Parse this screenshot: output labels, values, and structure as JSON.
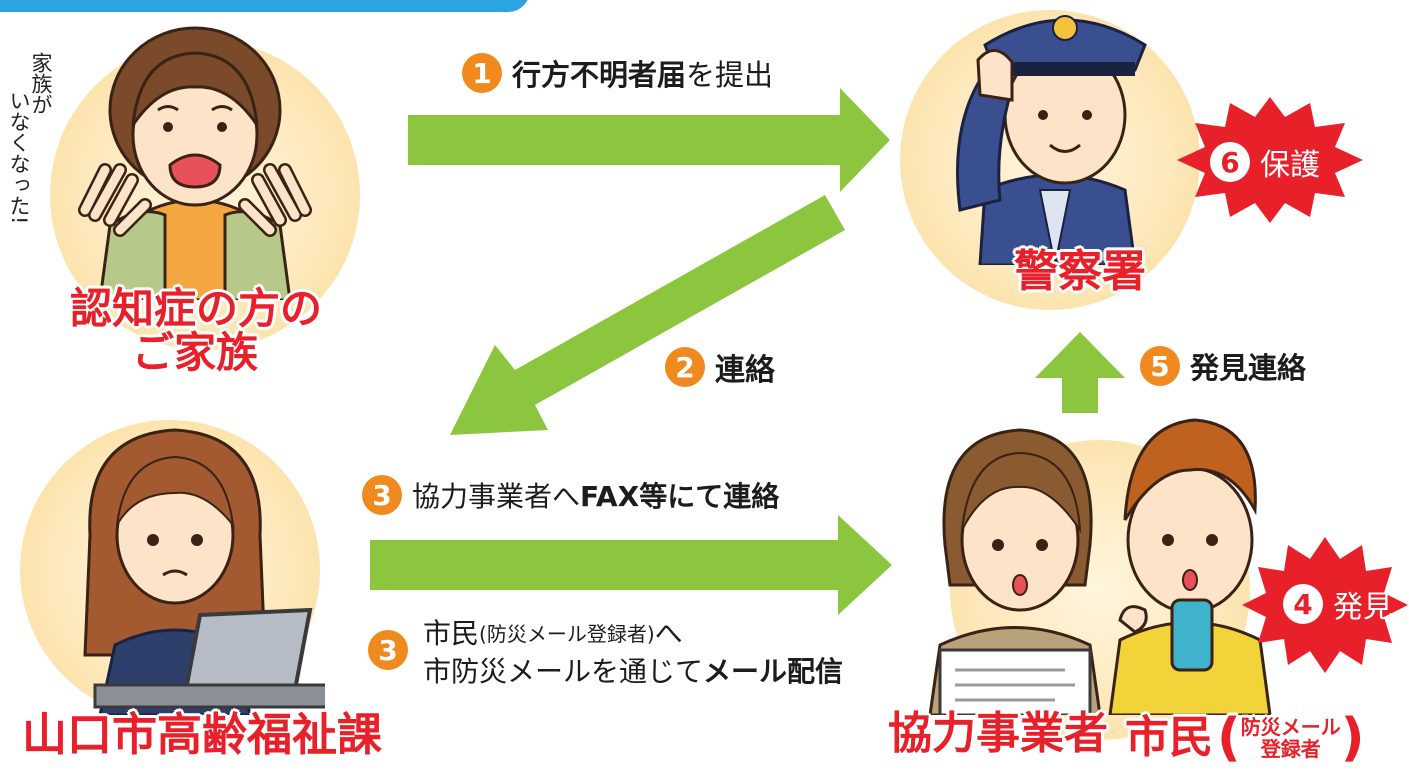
{
  "steps": {
    "s1": {
      "num": "1",
      "bold": "行方不明者届",
      "rest": "を提出"
    },
    "s2": {
      "num": "2",
      "bold": "連絡"
    },
    "s3a": {
      "num": "3",
      "plain": "協力事業者へ",
      "bold": "FAX等にて連絡"
    },
    "s3b": {
      "num": "3",
      "line1_main": "市民",
      "line1_small": "(防災メール登録者)",
      "line1_end": "へ",
      "line2_plain": "市防災メールを通じて",
      "line2_bold": "メール配信"
    },
    "s4": {
      "num": "4",
      "text": "発見"
    },
    "s5": {
      "num": "5",
      "bold": "発見連絡"
    },
    "s6": {
      "num": "6",
      "text": "保護"
    }
  },
  "labels": {
    "family_line1": "認知症の方の",
    "family_line2": "ご家族",
    "police": "警察署",
    "city": "山口市高齢福祉課",
    "business": "協力事業者",
    "citizen": "市民",
    "citizen_sub1": "防災メール",
    "citizen_sub2": "登録者"
  },
  "speech": {
    "col1": "家族が",
    "col2": "いなくなった!"
  },
  "colors": {
    "arrow": "#8cc63f",
    "step_number": "#f08a1e",
    "label_red": "#e8202a",
    "burst_red": "#e8202a",
    "tab_blue": "#2ba4e0"
  }
}
